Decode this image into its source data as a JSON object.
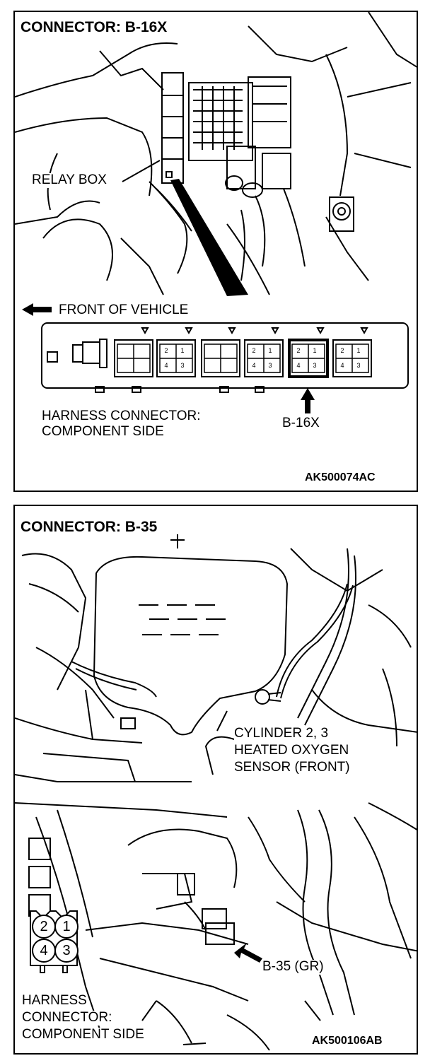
{
  "panel1": {
    "title": "CONNECTOR: B-16X",
    "relay_box_label": "RELAY BOX",
    "front_label": "FRONT OF VEHICLE",
    "harness_label_line1": "HARNESS CONNECTOR:",
    "harness_label_line2": "COMPONENT SIDE",
    "connector_id": "B-16X",
    "code": "AK500074AC",
    "mini_pins": [
      "2",
      "1",
      "4",
      "3"
    ]
  },
  "panel2": {
    "title": "CONNECTOR: B-35",
    "sensor_line1": "CYLINDER 2, 3",
    "sensor_line2": "HEATED OXYGEN",
    "sensor_line3": "SENSOR (FRONT)",
    "connector_id": "B-35 (GR)",
    "harness_line1": "HARNESS",
    "harness_line2": "CONNECTOR:",
    "harness_line3": "COMPONENT SIDE",
    "code": "AK500106AB",
    "pins": [
      "2",
      "1",
      "4",
      "3"
    ]
  }
}
